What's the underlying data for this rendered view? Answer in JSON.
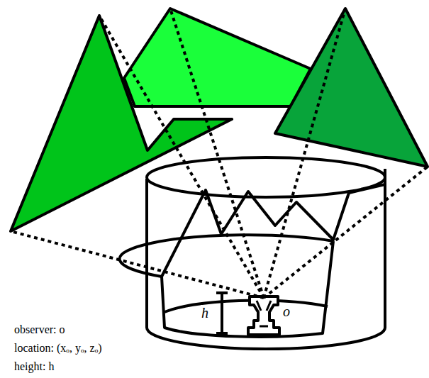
{
  "diagram": {
    "labels": [
      "h",
      "o",
      "observer: o",
      "location: (xₒ, yₒ, zₒ)",
      "height: h"
    ]
  }
}
